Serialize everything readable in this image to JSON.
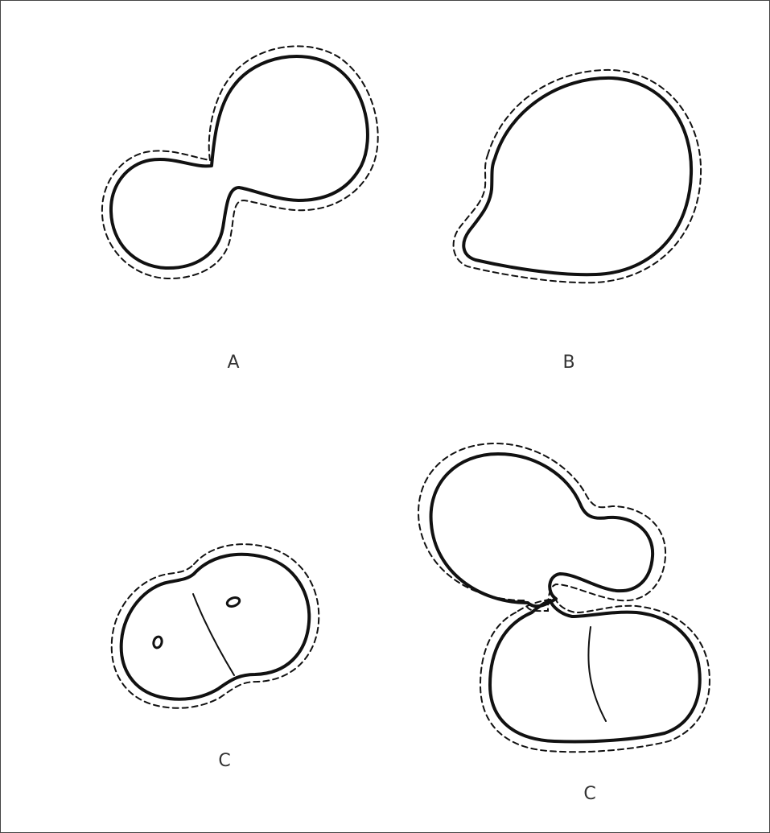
{
  "labels": {
    "a": "A",
    "b": "B",
    "c1": "C",
    "c2": "C"
  },
  "colors": {
    "line": "#111111",
    "label": "#333333",
    "border": "#444444"
  }
}
